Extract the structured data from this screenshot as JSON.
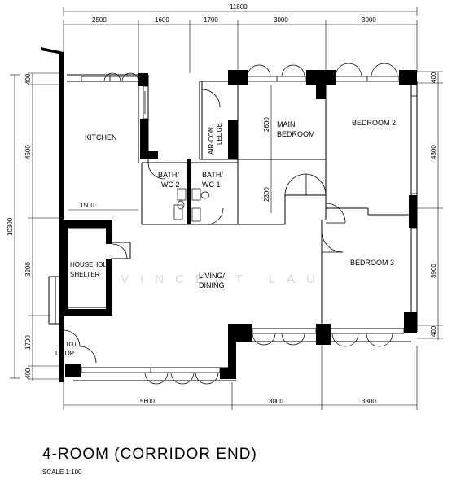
{
  "plan": {
    "title": "4-ROOM (CORRIDOR END)",
    "scale": "SCALE 1:100",
    "watermark": "VINCENT LAU",
    "rooms": {
      "kitchen": "KITCHEN",
      "aircon_1": "AIR-CON",
      "aircon_2": "LEDGE",
      "main_bed_1": "MAIN",
      "main_bed_2": "BEDROOM",
      "bedroom2": "BEDROOM 2",
      "bath2_1": "BATH/",
      "bath2_2": "WC 2",
      "bath1_1": "BATH/",
      "bath1_2": "WC 1",
      "shelter_1": "HOUSEHOLD",
      "shelter_2": "SHELTER",
      "living_1": "LIVING/",
      "living_2": "DINING",
      "bedroom3": "BEDROOM 3",
      "drop_1": "100",
      "drop_2": "DROP"
    },
    "dims_top": {
      "total": "11800",
      "d1": "2500",
      "d2": "1600",
      "d3": "1700",
      "d4": "3000",
      "d5": "3000"
    },
    "dims_bottom": {
      "d1": "5600",
      "d2": "3000",
      "d3": "3300"
    },
    "dims_left": {
      "total": "10300",
      "d1": "400",
      "d2": "4600",
      "d3": "3200",
      "d4": "1700",
      "d5": "400"
    },
    "dims_right": {
      "d1": "400",
      "d2": "4300",
      "d3": "3900",
      "d4": "400"
    },
    "dims_inner": {
      "mb_upper": "2600",
      "mb_lower": "2300",
      "kitchen_width": "1500"
    }
  }
}
